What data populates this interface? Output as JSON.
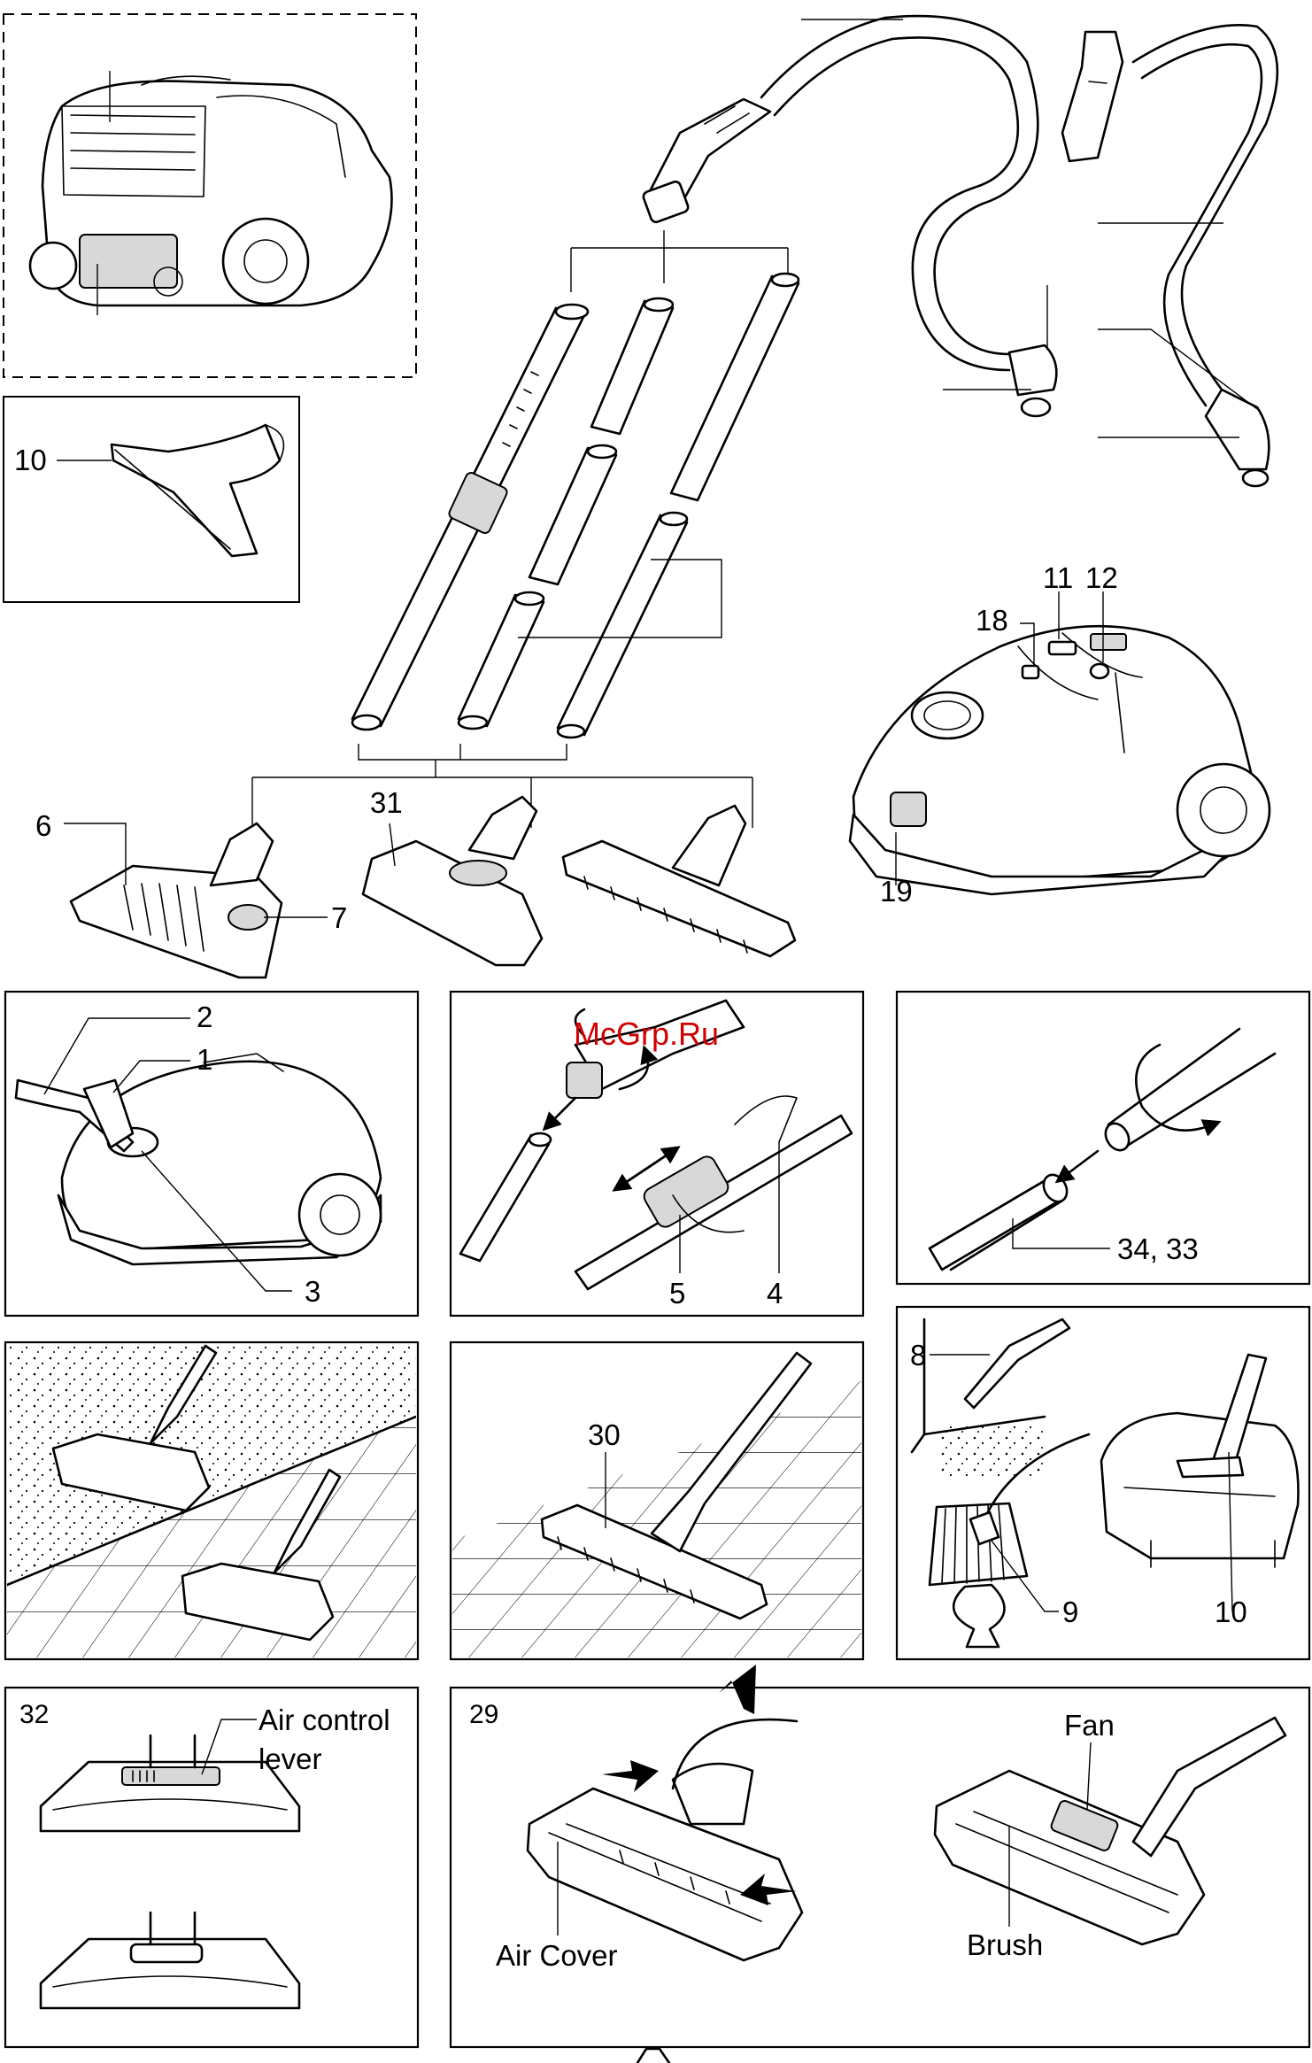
{
  "watermark": "McGrp.Ru",
  "callouts": {
    "n10_top": "10",
    "n6": "6",
    "n31": "31",
    "n7": "7",
    "n11": "11",
    "n12": "12",
    "n18": "18",
    "n19": "19",
    "n2": "2",
    "n1": "1",
    "n3": "3",
    "n5": "5",
    "n4": "4",
    "n34_33": "34, 33",
    "n30": "30",
    "n8": "8",
    "n9": "9",
    "n10_bottom": "10"
  },
  "panels": {
    "p32": {
      "number": "32",
      "label_line1": "Air control",
      "label_line2": "lever"
    },
    "p29": {
      "number": "29",
      "air_cover": "Air Cover",
      "fan": "Fan",
      "brush": "Brush"
    }
  }
}
